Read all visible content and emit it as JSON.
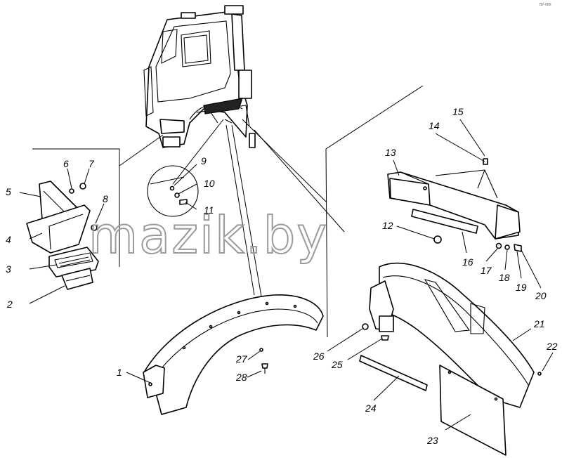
{
  "watermark": "mazik.by",
  "corner_code": "ВУ-000",
  "callouts": [
    "1",
    "2",
    "3",
    "4",
    "5",
    "6",
    "7",
    "8",
    "9",
    "10",
    "11",
    "12",
    "13",
    "14",
    "15",
    "16",
    "17",
    "18",
    "19",
    "20",
    "21",
    "22",
    "23",
    "24",
    "25",
    "26",
    "27",
    "28"
  ]
}
